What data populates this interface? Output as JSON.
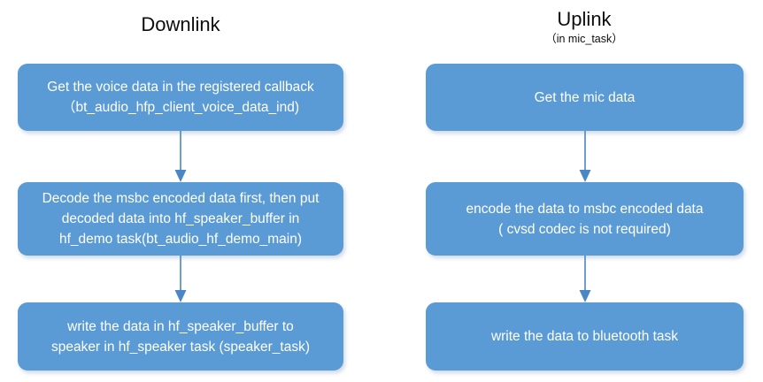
{
  "diagram": {
    "background_color": "#ffffff",
    "node_fill_color": "#5B9BD5",
    "node_text_color": "#ffffff",
    "connector_color": "#4A87C4",
    "title_color": "#0d0d0d",
    "columns": [
      {
        "id": "downlink",
        "title": "Downlink",
        "subtitle": "",
        "nodes": [
          {
            "id": "dl-1",
            "lines": [
              "Get the voice data in the registered callback",
              "（bt_audio_hfp_client_voice_data_ind)"
            ]
          },
          {
            "id": "dl-2",
            "lines": [
              "Decode the msbc encoded data first, then put",
              "decoded data into hf_speaker_buffer in",
              "hf_demo task(bt_audio_hf_demo_main)"
            ]
          },
          {
            "id": "dl-3",
            "lines": [
              "write the data in hf_speaker_buffer to",
              "speaker in hf_speaker task (speaker_task)"
            ]
          }
        ],
        "connectors": [
          {
            "id": "dl-arrow-1",
            "from": "dl-1",
            "to": "dl-2",
            "direction": "down"
          },
          {
            "id": "dl-arrow-2",
            "from": "dl-2",
            "to": "dl-3",
            "direction": "down"
          }
        ]
      },
      {
        "id": "uplink",
        "title": "Uplink",
        "subtitle": "（in mic_task）",
        "nodes": [
          {
            "id": "ul-1",
            "lines": [
              "Get the mic data"
            ]
          },
          {
            "id": "ul-2",
            "lines": [
              "encode the data to msbc encoded data",
              "( cvsd codec is not required)"
            ]
          },
          {
            "id": "ul-3",
            "lines": [
              "write the data to bluetooth  task"
            ]
          }
        ],
        "connectors": [
          {
            "id": "ul-arrow-1",
            "from": "ul-1",
            "to": "ul-2",
            "direction": "down"
          },
          {
            "id": "ul-arrow-2",
            "from": "ul-2",
            "to": "ul-3",
            "direction": "down"
          }
        ]
      }
    ]
  }
}
